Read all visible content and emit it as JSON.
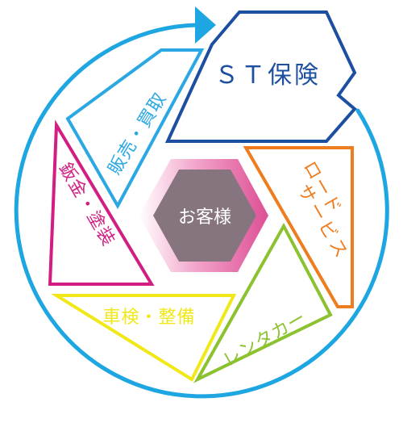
{
  "center": {
    "label": "お客様"
  },
  "segments": {
    "st_hoken": {
      "label": "ＳＴ保険",
      "color": "#1d4fa0"
    },
    "road_service": {
      "label_line1": "ロード",
      "label_line2": "サービス",
      "color": "#ee7d1f"
    },
    "rental_car": {
      "label": "レンタカー",
      "color": "#8cc12f"
    },
    "shaken_seibi": {
      "label": "車検・整備",
      "color": "#f1e81a"
    },
    "bankin_tosou": {
      "label": "鈑金・塗装",
      "color": "#d21e82"
    },
    "hanbai_kaitori": {
      "label": "販売・買取",
      "color": "#2ba8e3"
    }
  },
  "cycle_color": "#1ea6e2",
  "hub_gradient": [
    "#ffffff",
    "#f2a3c9",
    "#dd4f95"
  ],
  "hub_fill": "#86757f"
}
